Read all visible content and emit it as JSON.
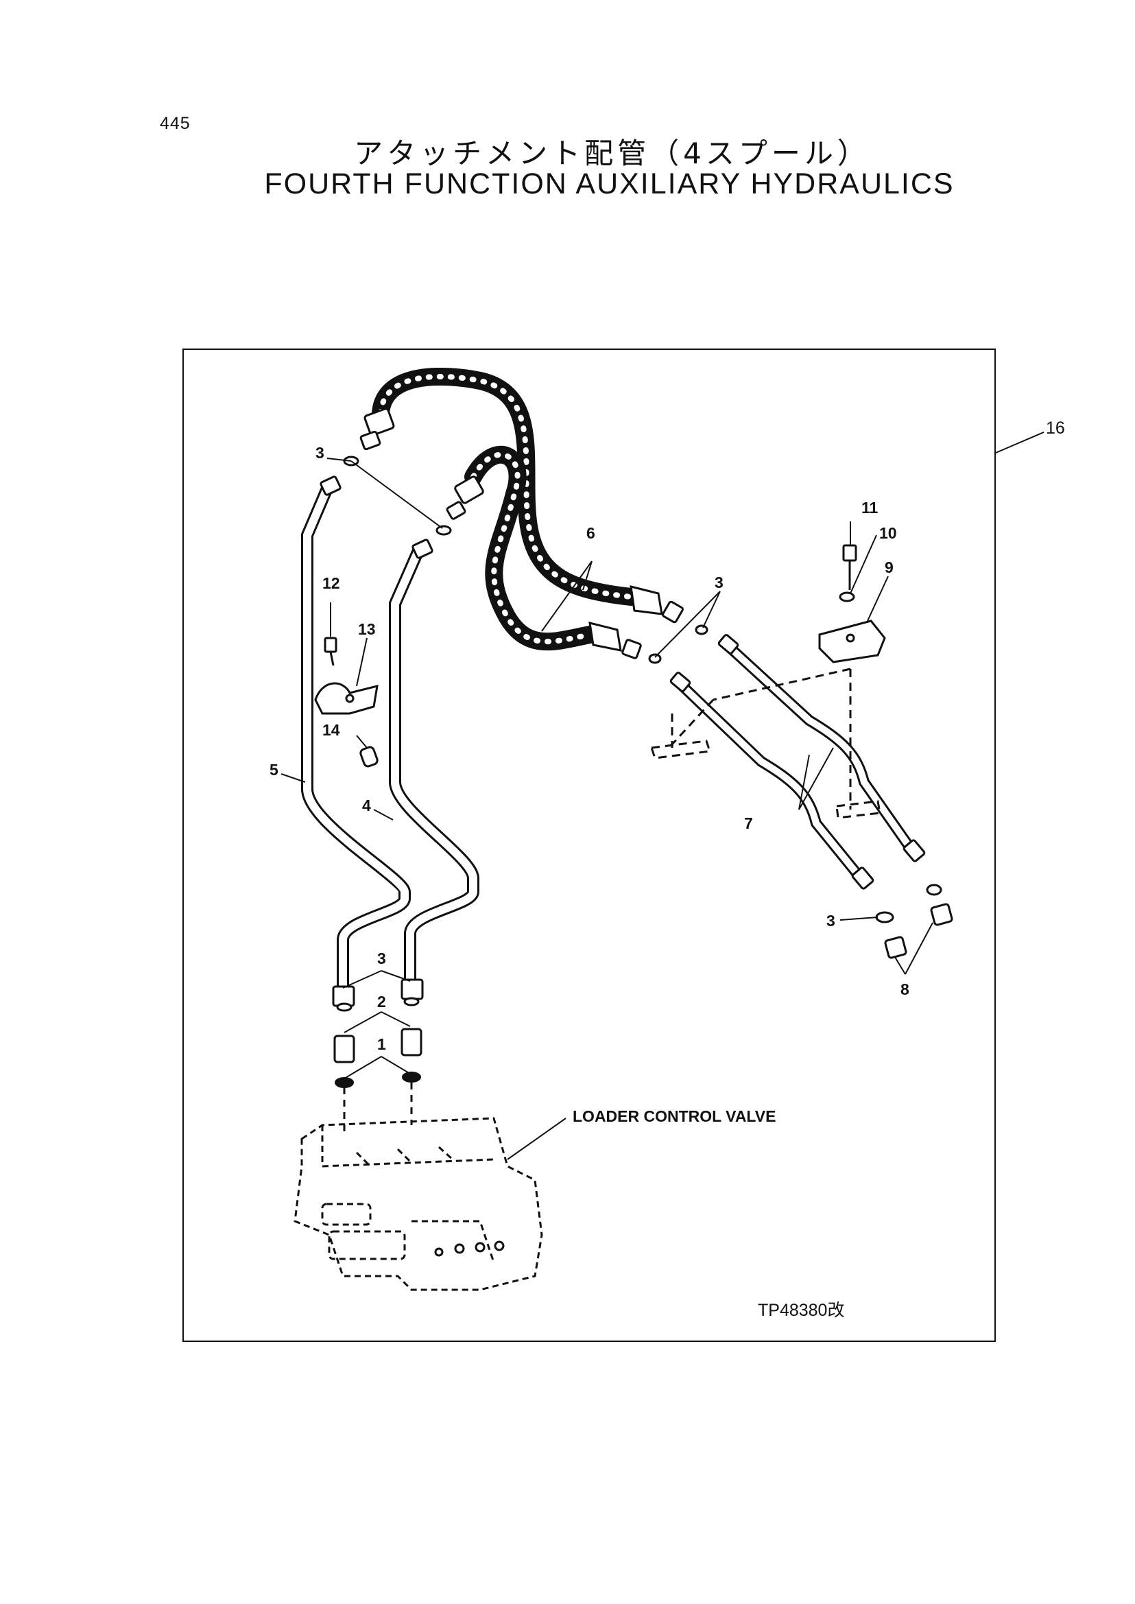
{
  "page": {
    "number": "445"
  },
  "title": {
    "japanese": "アタッチメント配管（4スプール）",
    "english": "FOURTH FUNCTION AUXILIARY HYDRAULICS"
  },
  "diagram": {
    "component_label": "LOADER CONTROL VALVE",
    "reference_code": "TP48380改",
    "callouts": {
      "c1": "1",
      "c2": "2",
      "c3a": "3",
      "c3b": "3",
      "c3c": "3",
      "c3d": "3",
      "c4": "4",
      "c5": "5",
      "c6": "6",
      "c7": "7",
      "c8": "8",
      "c9": "9",
      "c10": "10",
      "c11": "11",
      "c12": "12",
      "c13": "13",
      "c14": "14",
      "c16": "16"
    }
  }
}
